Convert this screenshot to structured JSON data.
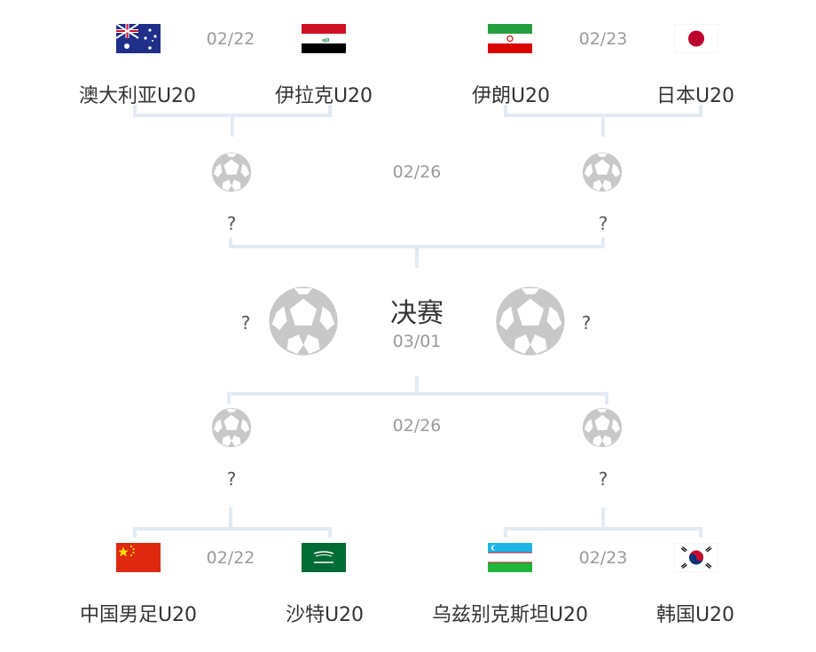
{
  "bracket": {
    "top_left_match": {
      "date": "02/22",
      "team_a": {
        "name": "澳大利亚U20",
        "flag_icon": "australia-flag-icon"
      },
      "team_b": {
        "name": "伊拉克U20",
        "flag_icon": "iraq-flag-icon"
      }
    },
    "top_right_match": {
      "date": "02/23",
      "team_a": {
        "name": "伊朗U20",
        "flag_icon": "iran-flag-icon"
      },
      "team_b": {
        "name": "日本U20",
        "flag_icon": "japan-flag-icon"
      }
    },
    "top_semi": {
      "date": "02/26",
      "left_winner": "?",
      "right_winner": "?"
    },
    "final": {
      "title": "决赛",
      "date": "03/01",
      "left_finalist": "?",
      "right_finalist": "?"
    },
    "bottom_semi": {
      "date": "02/26",
      "left_winner": "?",
      "right_winner": "?"
    },
    "bottom_left_match": {
      "date": "02/22",
      "team_a": {
        "name": "中国男足U20",
        "flag_icon": "china-flag-icon"
      },
      "team_b": {
        "name": "沙特U20",
        "flag_icon": "saudi-arabia-flag-icon"
      }
    },
    "bottom_right_match": {
      "date": "02/23",
      "team_a": {
        "name": "乌兹别克斯坦U20",
        "flag_icon": "uzbekistan-flag-icon"
      },
      "team_b": {
        "name": "韩国U20",
        "flag_icon": "korea-flag-icon"
      }
    }
  },
  "colors": {
    "connector_line": "#e3eaf4",
    "ball_gray": "#c8c8c8",
    "ball_patch": "#ffffff",
    "date_text": "#9a9a9a",
    "team_text": "#333333"
  }
}
